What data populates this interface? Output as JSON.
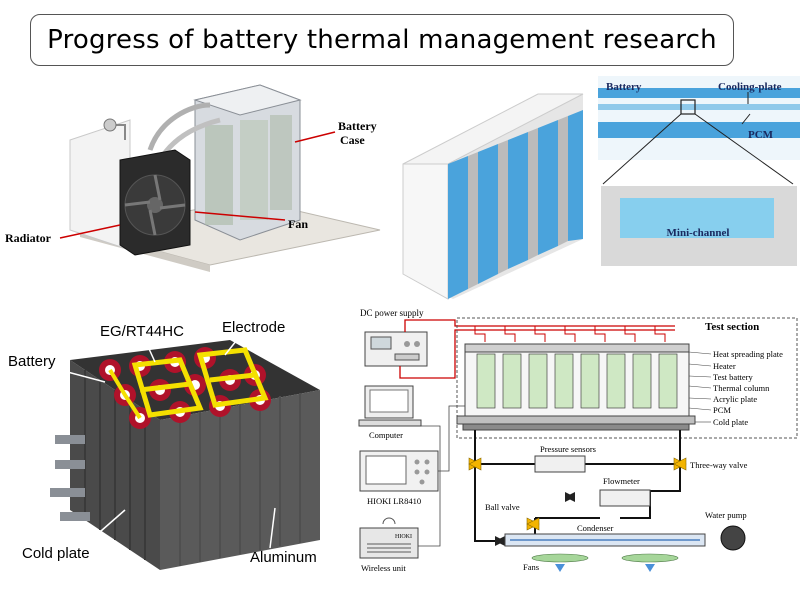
{
  "title": "Progress of battery thermal management research",
  "panel_radiator": {
    "battery_case": "Battery",
    "battery_case_2": "Case",
    "radiator": "Radiator",
    "fan": "Fan"
  },
  "panel_pcm": {
    "battery": "Battery",
    "cooling_plate": "Cooling-plate",
    "pcm": "PCM",
    "mini_channel": "Mini-channel"
  },
  "panel_module": {
    "eg": "EG/RT44HC",
    "electrode": "Electrode",
    "battery": "Battery",
    "cold_plate": "Cold plate",
    "aluminum": "Aluminum"
  },
  "panel_test": {
    "dc_power": "DC power supply",
    "test_section": "Test section",
    "heat_spreading": "Heat spreading plate",
    "heater": "Heater",
    "test_battery": "Test battery",
    "thermal_column": "Thermal column",
    "acrylic_plate": "Acrylic plate",
    "pcm": "PCM",
    "cold_plate": "Cold plate",
    "computer": "Computer",
    "pressure_sensors": "Pressure sensors",
    "three_way": "Three-way valve",
    "hioki": "HIOKI  LR8410",
    "flowmeter": "Flowmeter",
    "ball_valve": "Ball valve",
    "water_pump": "Water pump",
    "condenser": "Condenser",
    "wireless": "Wireless unit",
    "fans": "Fans",
    "hioki_small": "HIOKI"
  }
}
